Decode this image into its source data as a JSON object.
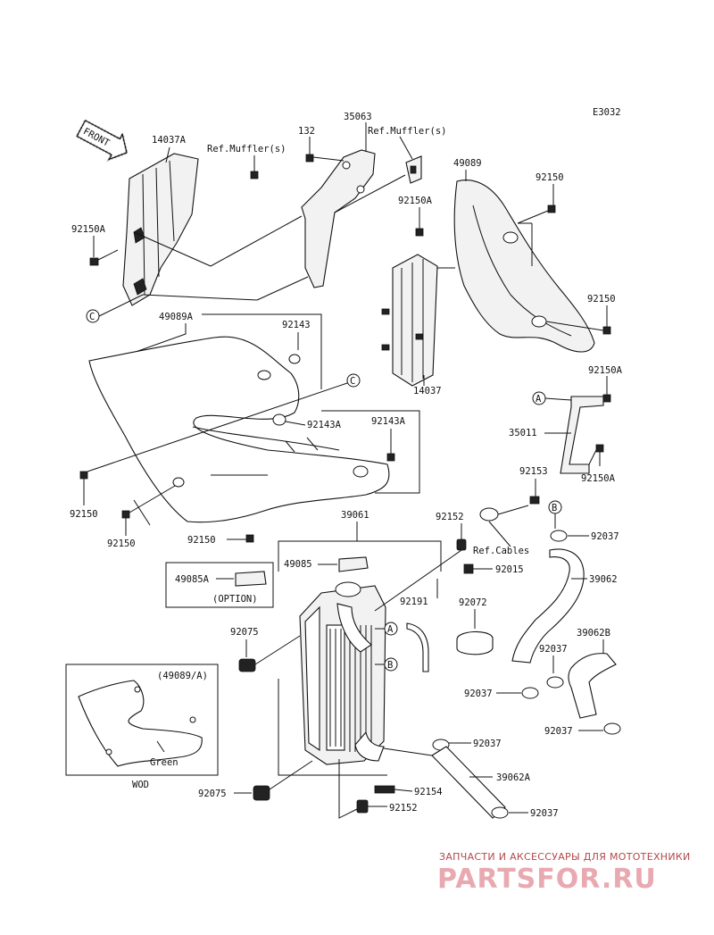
{
  "diagram": {
    "code": "E3032",
    "front_label": "FRONT",
    "option_label": "(OPTION)",
    "wod_label": "WOD",
    "inset_part": "(49089/A)",
    "inset_color": "Green",
    "callouts": {
      "a": "A",
      "b": "B",
      "c": "C"
    },
    "parts": {
      "p14037A": "14037A",
      "p132": "132",
      "p35063": "35063",
      "muffler1": "Ref.Muffler(s)",
      "muffler2": "Ref.Muffler(s)",
      "p49089": "49089",
      "p92150_tr": "92150",
      "p92150A_l": "92150A",
      "p92150A_m": "92150A",
      "p49089A": "49089A",
      "p92143": "92143",
      "p92150_r": "92150",
      "p92150A_r": "92150A",
      "p14037": "14037",
      "p92143A_1": "92143A",
      "p92143A_2": "92143A",
      "p35011": "35011",
      "p92150A_b": "92150A",
      "p92150_l1": "92150",
      "p92150_l2": "92150",
      "p92150_c": "92150",
      "p92153": "92153",
      "p39061": "39061",
      "p92152_t": "92152",
      "ref_cables": "Ref.Cables",
      "p92037_1": "92037",
      "p49085": "49085",
      "p49085A": "49085A",
      "p92015": "92015",
      "p39062": "39062",
      "p92191": "92191",
      "p92072": "92072",
      "p92075_1": "92075",
      "p39062B": "39062B",
      "p92037_2": "92037",
      "p92037_3": "92037",
      "p92037_4": "92037",
      "p92037_5": "92037",
      "p39062A": "39062A",
      "p92154": "92154",
      "p92075_2": "92075",
      "p92152_b": "92152",
      "p92037_6": "92037"
    }
  },
  "watermark": {
    "tagline": "ЗАПЧАСТИ И АКСЕССУАРЫ ДЛЯ МОТОТЕХНИКИ",
    "brand": "PARTSFOR.RU",
    "color": "#e8a9b0"
  }
}
